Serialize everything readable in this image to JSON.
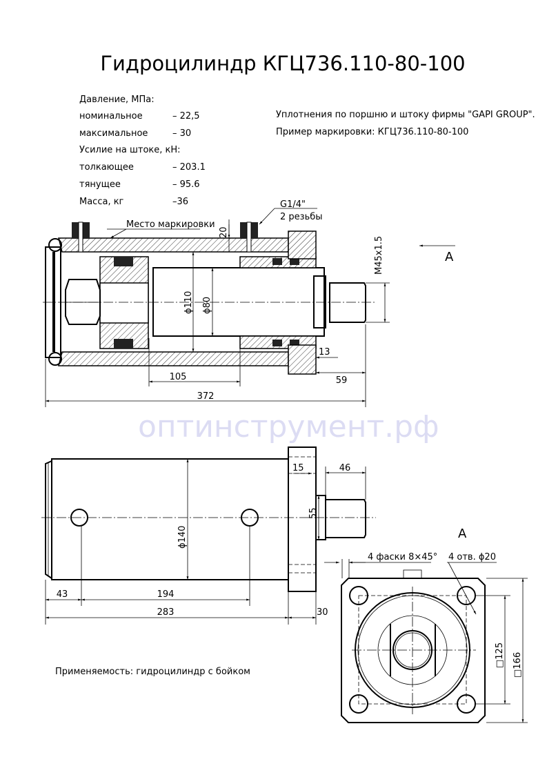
{
  "title": "Гидроцилиндр КГЦ736.110-80-100",
  "specs": {
    "pressure_header": "Давление, МПа:",
    "nominal_label": "номинальное",
    "nominal_value": "– 22,5",
    "max_label": "максимальное",
    "max_value": "– 30",
    "force_header": "Усилие на штоке, кН:",
    "push_label": "толкающее",
    "push_value": "– 203.1",
    "pull_label": "тянущее",
    "pull_value": "– 95.6",
    "mass_label": "Масса, кг",
    "mass_value": "–36"
  },
  "notes": {
    "seals": "Уплотнения по поршню и штоку фирмы \"GAPI GROUP\".",
    "marking_example": "Пример маркировки: КГЦ736.110-80-100"
  },
  "section_view": {
    "marking_place": "Место маркировки",
    "port_thread": "G1/4\"",
    "port_count": "2 резьбы",
    "dim_20": "20",
    "dim_d110": "ϕ110",
    "dim_d80": "ϕ80",
    "dim_thread": "M45x1.5",
    "dim_13": "13",
    "dim_105": "105",
    "dim_59": "59",
    "dim_372": "372",
    "view_arrow_label": "A"
  },
  "side_view": {
    "dim_15": "15",
    "dim_46": "46",
    "dim_55": "55",
    "dim_d140": "ϕ140",
    "dim_43": "43",
    "dim_194": "194",
    "dim_283": "283",
    "dim_30": "30"
  },
  "view_a": {
    "label": "A",
    "chamfers": "4 фаски 8×45°",
    "holes": "4 отв. ϕ20",
    "dim_125": "□125",
    "dim_166": "□166"
  },
  "applicability": "Применяемость: гидроцилиндр с бойком",
  "watermark": "оптинструмент.рф"
}
